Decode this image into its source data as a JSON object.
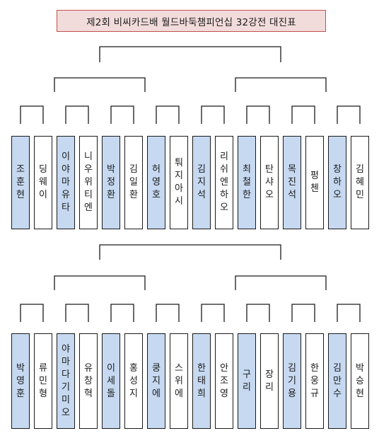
{
  "title": "제2회 비씨카드배 월드바둑챔피언십 32강전 대진표",
  "colors": {
    "highlight": "#c6d9f1",
    "title_bg": "#f2dcdb",
    "title_border": "#c0504d"
  },
  "brackets": [
    {
      "players": [
        {
          "name": "조훈현",
          "highlight": true
        },
        {
          "name": "딩웨이",
          "highlight": false
        },
        {
          "name": "이야마유타",
          "highlight": true
        },
        {
          "name": "니우위티엔",
          "highlight": false
        },
        {
          "name": "박정환",
          "highlight": true
        },
        {
          "name": "김일환",
          "highlight": false
        },
        {
          "name": "허영호",
          "highlight": true
        },
        {
          "name": "퉈지아시",
          "highlight": false
        },
        {
          "name": "김지석",
          "highlight": true
        },
        {
          "name": "리쉬엔하오",
          "highlight": false
        },
        {
          "name": "최철한",
          "highlight": true
        },
        {
          "name": "탄샤오",
          "highlight": false
        },
        {
          "name": "목진석",
          "highlight": true
        },
        {
          "name": "펑첸",
          "highlight": false
        },
        {
          "name": "창하오",
          "highlight": true
        },
        {
          "name": "김혜민",
          "highlight": false
        }
      ]
    },
    {
      "players": [
        {
          "name": "박영훈",
          "highlight": true
        },
        {
          "name": "류민형",
          "highlight": false
        },
        {
          "name": "야마다기미오",
          "highlight": true
        },
        {
          "name": "유창혁",
          "highlight": false
        },
        {
          "name": "이세돌",
          "highlight": true
        },
        {
          "name": "홍성지",
          "highlight": false
        },
        {
          "name": "쿵지에",
          "highlight": true
        },
        {
          "name": "스위에",
          "highlight": false
        },
        {
          "name": "한태희",
          "highlight": true
        },
        {
          "name": "안조영",
          "highlight": false
        },
        {
          "name": "구리",
          "highlight": true
        },
        {
          "name": "장리",
          "highlight": false
        },
        {
          "name": "김기용",
          "highlight": true
        },
        {
          "name": "한웅규",
          "highlight": false
        },
        {
          "name": "김만수",
          "highlight": true
        },
        {
          "name": "박승현",
          "highlight": false
        }
      ]
    }
  ]
}
